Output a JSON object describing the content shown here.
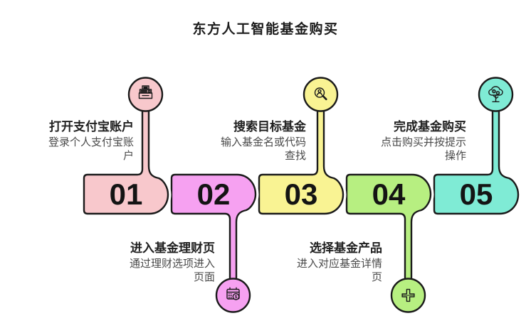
{
  "page_title": "东方人工智能基金购买",
  "colors": {
    "background": "#ffffff",
    "outline": "#1a1a1a",
    "title_text": "#1c1c1c",
    "step_title_text": "#1f1f1f",
    "step_desc_text": "#4a4a4a",
    "number_text": "#141414"
  },
  "steps": [
    {
      "number": "01",
      "title": "打开支付宝账户",
      "desc": "登录个人支付宝账户",
      "color": "#f8c8cc",
      "icon": "cash-register-icon",
      "direction": "up"
    },
    {
      "number": "02",
      "title": "进入基金理财页",
      "desc": "通过理财选项进入页面",
      "color": "#f6a1f1",
      "icon": "calendar-dollar-icon",
      "direction": "down"
    },
    {
      "number": "03",
      "title": "搜索目标基金",
      "desc": "输入基金名或代码查找",
      "color": "#f9f393",
      "icon": "search-user-icon",
      "direction": "up"
    },
    {
      "number": "04",
      "title": "选择基金产品",
      "desc": "进入对应基金详情页",
      "color": "#b7ef81",
      "icon": "plus-icon",
      "direction": "down"
    },
    {
      "number": "05",
      "title": "完成基金购买",
      "desc": "点击购买并按提示操作",
      "color": "#7febd5",
      "icon": "money-tree-icon",
      "direction": "up"
    }
  ]
}
